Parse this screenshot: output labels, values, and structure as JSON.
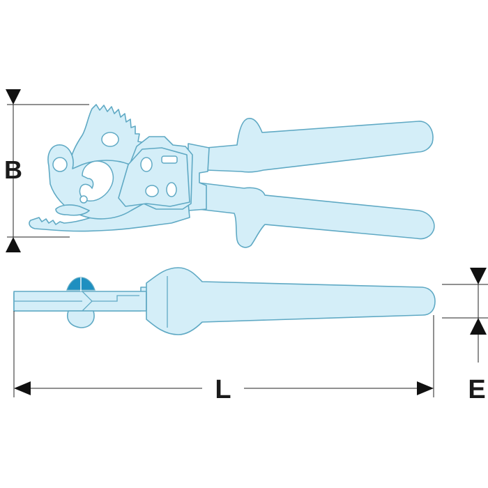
{
  "dimensions": {
    "height_label": "B",
    "length_label": "L",
    "thickness_label": "E"
  },
  "colors": {
    "tool_fill": "#d4eef8",
    "tool_outline": "#5fa9c4",
    "accent": "#1e8fc0",
    "dimension_line": "#222222"
  }
}
